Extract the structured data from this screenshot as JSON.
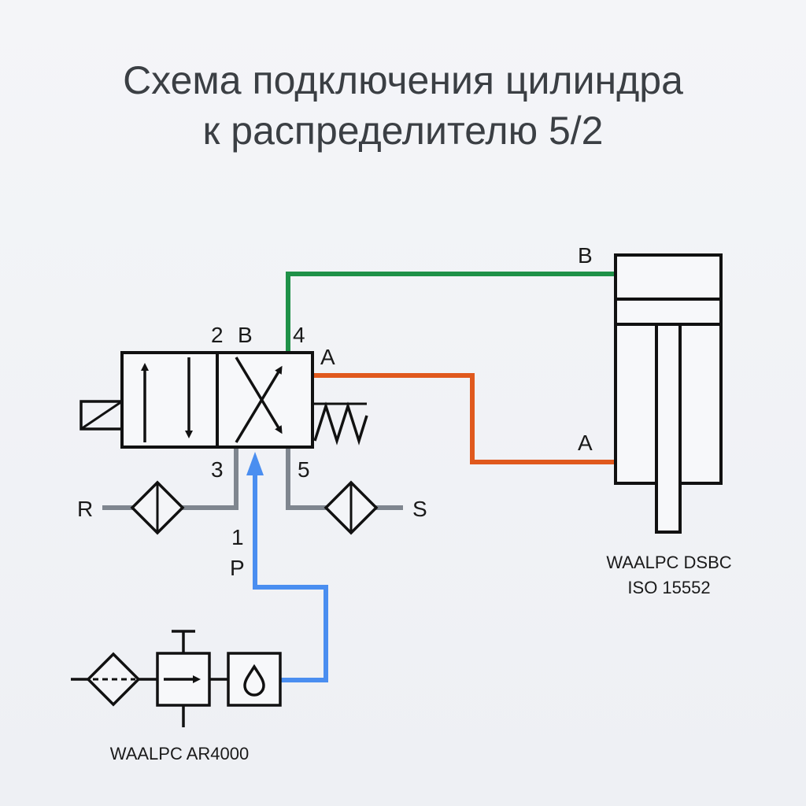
{
  "title": {
    "line1": "Схема подключения цилиндра",
    "line2": "к распределителю 5/2"
  },
  "valve_ports": {
    "port_2": "2",
    "port_b": "B",
    "port_4": "4",
    "port_a": "A",
    "port_3": "3",
    "port_5": "5",
    "port_1": "1",
    "port_p": "P",
    "exhaust_r": "R",
    "exhaust_s": "S"
  },
  "cylinder": {
    "port_b": "B",
    "port_a": "A",
    "model": "WAALPC DSBC",
    "standard": "ISO 15552"
  },
  "frl_unit": {
    "model": "WAALPC AR4000"
  },
  "colors": {
    "line_b": "#1f9148",
    "line_a": "#e0591d",
    "line_p": "#4a8ef0",
    "exhaust": "#7f868f",
    "symbol": "#111111"
  }
}
